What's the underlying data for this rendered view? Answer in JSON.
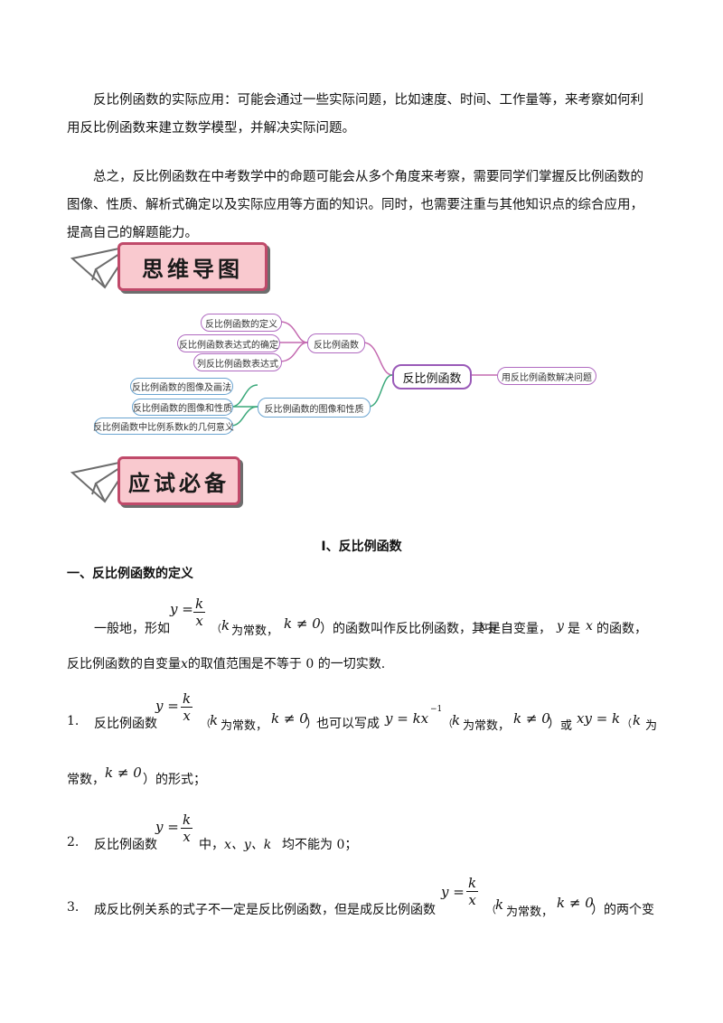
{
  "intro": {
    "p1": "反比例函数的实际应用：可能会通过一些实际问题，比如速度、时间、工作量等，来考察如何利用反比例函数来建立数学模型，并解决实际问题。",
    "p2": "总之，反比例函数在中考数学中的命题可能会从多个角度来考察，需要同学们掌握反比例函数的图像、性质、解析式确定以及实际应用等方面的知识。同时，也需要注重与其他知识点的综合应用，提高自己的解题能力。"
  },
  "banners": {
    "mindmap": "思维导图",
    "exam": "应试必备"
  },
  "mindmap": {
    "center": "反比例函数",
    "right": "用反比例函数解决问题",
    "branch_top": "反比例函数",
    "branch_bottom": "反比例函数的图像和性质",
    "top_leaves": [
      "反比例函数的定义",
      "反比例函数表达式的确定",
      "列反比例函数表达式"
    ],
    "bottom_leaves": [
      "反比例函数的图像及画法",
      "反比例函数的图像和性质",
      "反比例函数中比例系数k的几何意义"
    ]
  },
  "section": {
    "title": "Ⅰ、反比例函数",
    "heading1": "一、反比例函数的定义"
  },
  "definition": {
    "lead": "一般地，形如",
    "k_note_open": "（",
    "k_const": "为常数，",
    "k_nonzero": "k ≠ 0",
    "k_note_close": "）",
    "after": "的函数叫作反比例函数，其中",
    "x1": "x",
    "is_var": "是自变量，",
    "y1": "y",
    "is_func": "是",
    "x2": "x",
    "of_func": "的函数，",
    "line2a": "反比例函数的自变量",
    "line2x": "x",
    "line2b": "的取值范围是不等于 0 的一切实数."
  },
  "formula": {
    "y": "y =",
    "num": "k",
    "den": "x",
    "k": "k",
    "kx": "y = kx",
    "exp": "−1",
    "xy": "xy = k"
  },
  "items": [
    {
      "num": "1.",
      "a": "反比例函数",
      "b": "也可以写成",
      "c": "或",
      "d": "为",
      "e": "常数，",
      "f": "）的形式；"
    },
    {
      "num": "2.",
      "a": "反比例函数",
      "b": "中，",
      "vars": "x、y、k",
      "c": "均不能为 0；"
    },
    {
      "num": "3.",
      "a": "成反比例关系的式子不一定是反比例函数，但是成反比例函数",
      "b": "的两个变"
    }
  ]
}
